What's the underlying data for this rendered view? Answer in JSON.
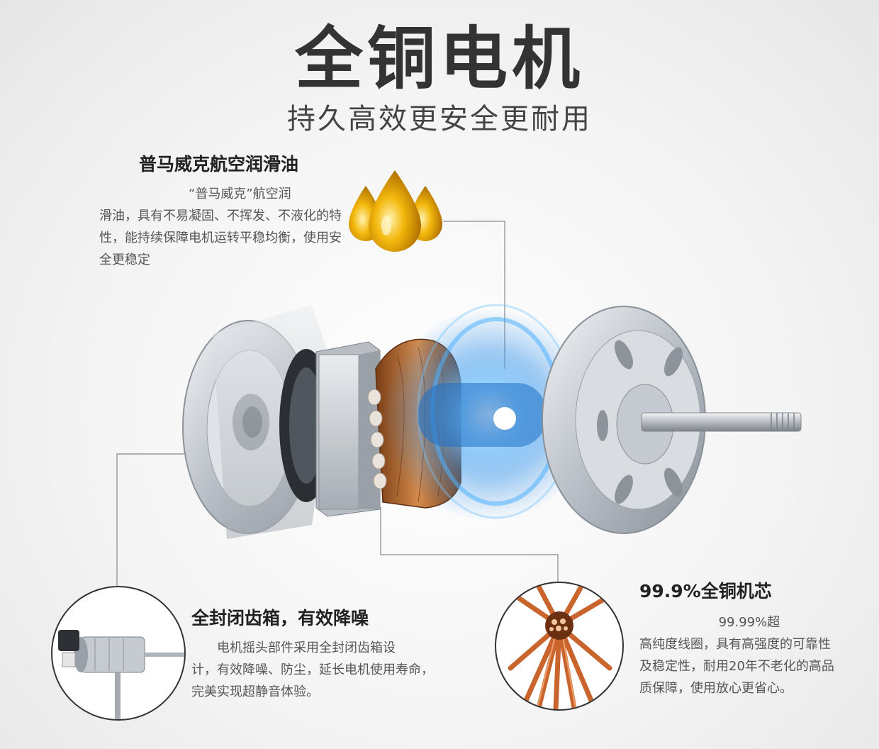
{
  "header": {
    "title": "全铜电机",
    "subtitle": "持久高效更安全更耐用"
  },
  "features": {
    "oil": {
      "title": "普马威克航空润滑油",
      "body_line1": "“普马威克”航空润",
      "body_rest": "滑油，具有不易凝固、不挥发、不液化的特性，能持续保障电机运转平稳均衡，使用安全更稳定",
      "icon": "oil-drops-icon",
      "color": "#e8a800"
    },
    "gearbox": {
      "title": "全封闭齿箱，有效降噪",
      "body_line1": "电机摇头部件采用全封闭齿箱设",
      "body_rest": "计，有效降噪、防尘，延长电机使用寿命，完美实现超静音体验。",
      "icon": "fan-motor-icon"
    },
    "copper": {
      "title": "99.9%全铜机芯",
      "body_line1": "99.99%超",
      "body_rest": "高纯度线圈，具有高强度的可靠性及稳定性，耐用20年不老化的高品质保障，使用放心更省心。",
      "icon": "copper-wire-icon",
      "color": "#c8642c"
    }
  },
  "colors": {
    "accent_blue": "#2f8fe8",
    "metal": "#c9ced4",
    "copper": "#c8642c"
  }
}
